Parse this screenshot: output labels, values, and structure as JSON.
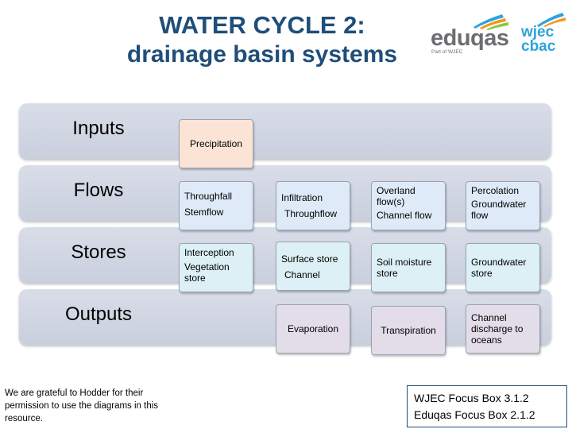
{
  "title": {
    "line1": "WATER CYCLE 2:",
    "line2": "drainage basin systems"
  },
  "logos": {
    "eduqas": {
      "name": "eduqas",
      "tagline": "Part of WJEC"
    },
    "wjec": {
      "line1": "wjec",
      "line2": "cbac"
    }
  },
  "rows": [
    {
      "label": "Inputs",
      "boxes": [
        {
          "lines": [
            "Precipitation"
          ]
        }
      ]
    },
    {
      "label": "Flows",
      "boxes": [
        {
          "lines": [
            "Throughfall",
            "Stemflow"
          ]
        },
        {
          "lines": [
            "Infiltration",
            "Throughflow"
          ]
        },
        {
          "lines": [
            "Overland flow(s)",
            "Channel flow"
          ]
        },
        {
          "lines": [
            "Percolation",
            "Groundwater flow"
          ]
        }
      ]
    },
    {
      "label": "Stores",
      "boxes": [
        {
          "lines": [
            "Interception",
            "Vegetation store"
          ]
        },
        {
          "lines": [
            "Surface store",
            "Channel"
          ]
        },
        {
          "lines": [
            "Soil moisture store"
          ]
        },
        {
          "lines": [
            "Groundwater store"
          ]
        }
      ]
    },
    {
      "label": "Outputs",
      "boxes": [
        {
          "lines": [
            "Evaporation"
          ]
        },
        {
          "lines": [
            "Transpiration"
          ]
        },
        {
          "lines": [
            "Channel discharge to oceans"
          ]
        }
      ]
    }
  ],
  "credit": "We are grateful to Hodder for their permission to use the diagrams in this resource.",
  "focus_box": {
    "line1": "WJEC Focus Box 3.1.2",
    "line2": "Eduqas Focus Box 2.1.2"
  },
  "colors": {
    "title": "#1f4e79",
    "input_box": "#fbe4d5",
    "flow_box": "#deeaf8",
    "store_box": "#dcf0f5",
    "output_box": "#e2dde9",
    "band": "#d2d7e3"
  }
}
